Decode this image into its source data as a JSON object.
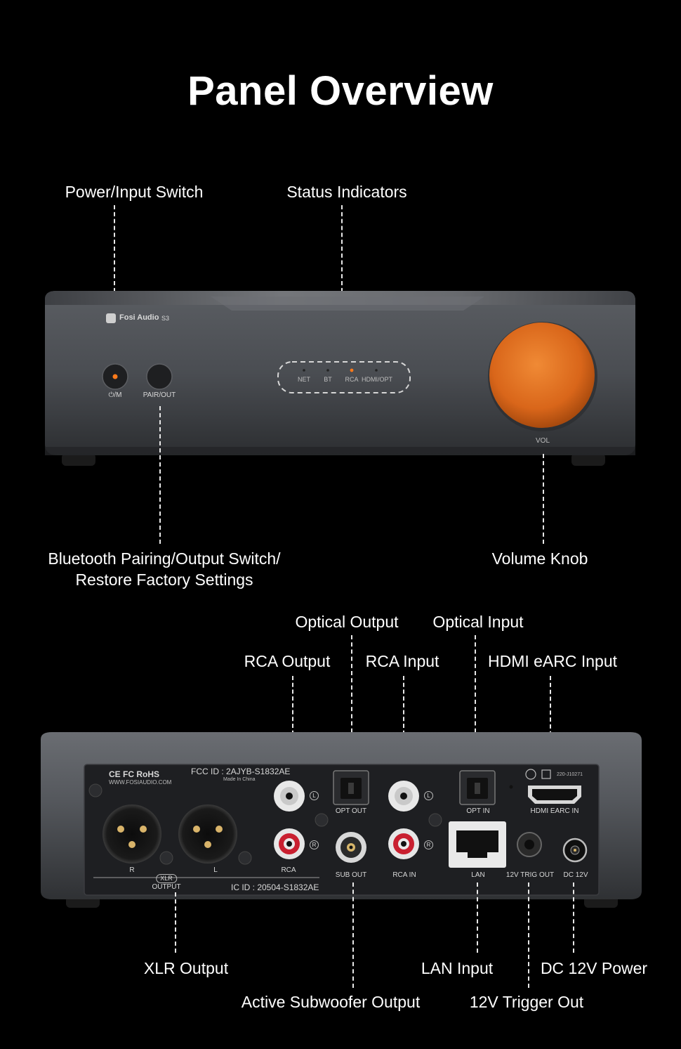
{
  "page": {
    "title": "Panel Overview"
  },
  "front": {
    "labels": {
      "power_switch": "Power/Input Switch",
      "status_indicators": "Status Indicators",
      "bt_pairing_line1": "Bluetooth Pairing/Output Switch/",
      "bt_pairing_line2": "Restore Factory Settings",
      "volume_knob": "Volume Knob"
    },
    "device": {
      "brand": "Fosi Audio",
      "model": "S3",
      "power_button_label": "⏻/M",
      "pair_button_label": "PAIR/OUT",
      "indicators": [
        "NET",
        "BT",
        "RCA",
        "HDMI/OPT"
      ],
      "knob_label": "VOL",
      "knob_color": "#e0701c",
      "active_led_color": "#ff7a1a"
    }
  },
  "rear": {
    "labels": {
      "optical_output": "Optical Output",
      "optical_input": "Optical Input",
      "rca_output": "RCA Output",
      "rca_input": "RCA Input",
      "hdmi_earc_input": "HDMI eARC Input",
      "xlr_output": "XLR Output",
      "lan_input": "LAN Input",
      "dc_power": "DC 12V Power",
      "sub_output": "Active Subwoofer Output",
      "trigger_out": "12V Trigger Out"
    },
    "device": {
      "cert_marks": "CE FC RoHS",
      "website": "WWW.FOSIAUDIO.COM",
      "fcc_id": "FCC ID : 2AJYB-S1832AE",
      "made_in": "Made In China",
      "ic_id": "IC ID : 20504-S1832AE",
      "xlr_r": "R",
      "xlr_l": "L",
      "xlr_badge": "XLR",
      "xlr_output_text": "OUTPUT",
      "rca_text": "RCA",
      "l_mark": "L",
      "r_mark": "R",
      "opt_out": "OPT OUT",
      "sub_out": "SUB OUT",
      "rca_in": "RCA IN",
      "opt_in": "OPT IN",
      "hdmi_earc_in": "HDMI EARC IN",
      "reg_code": "220-J10271",
      "lan": "LAN",
      "trig_out": "12V TRIG OUT",
      "dc_12v": "DC 12V"
    }
  }
}
